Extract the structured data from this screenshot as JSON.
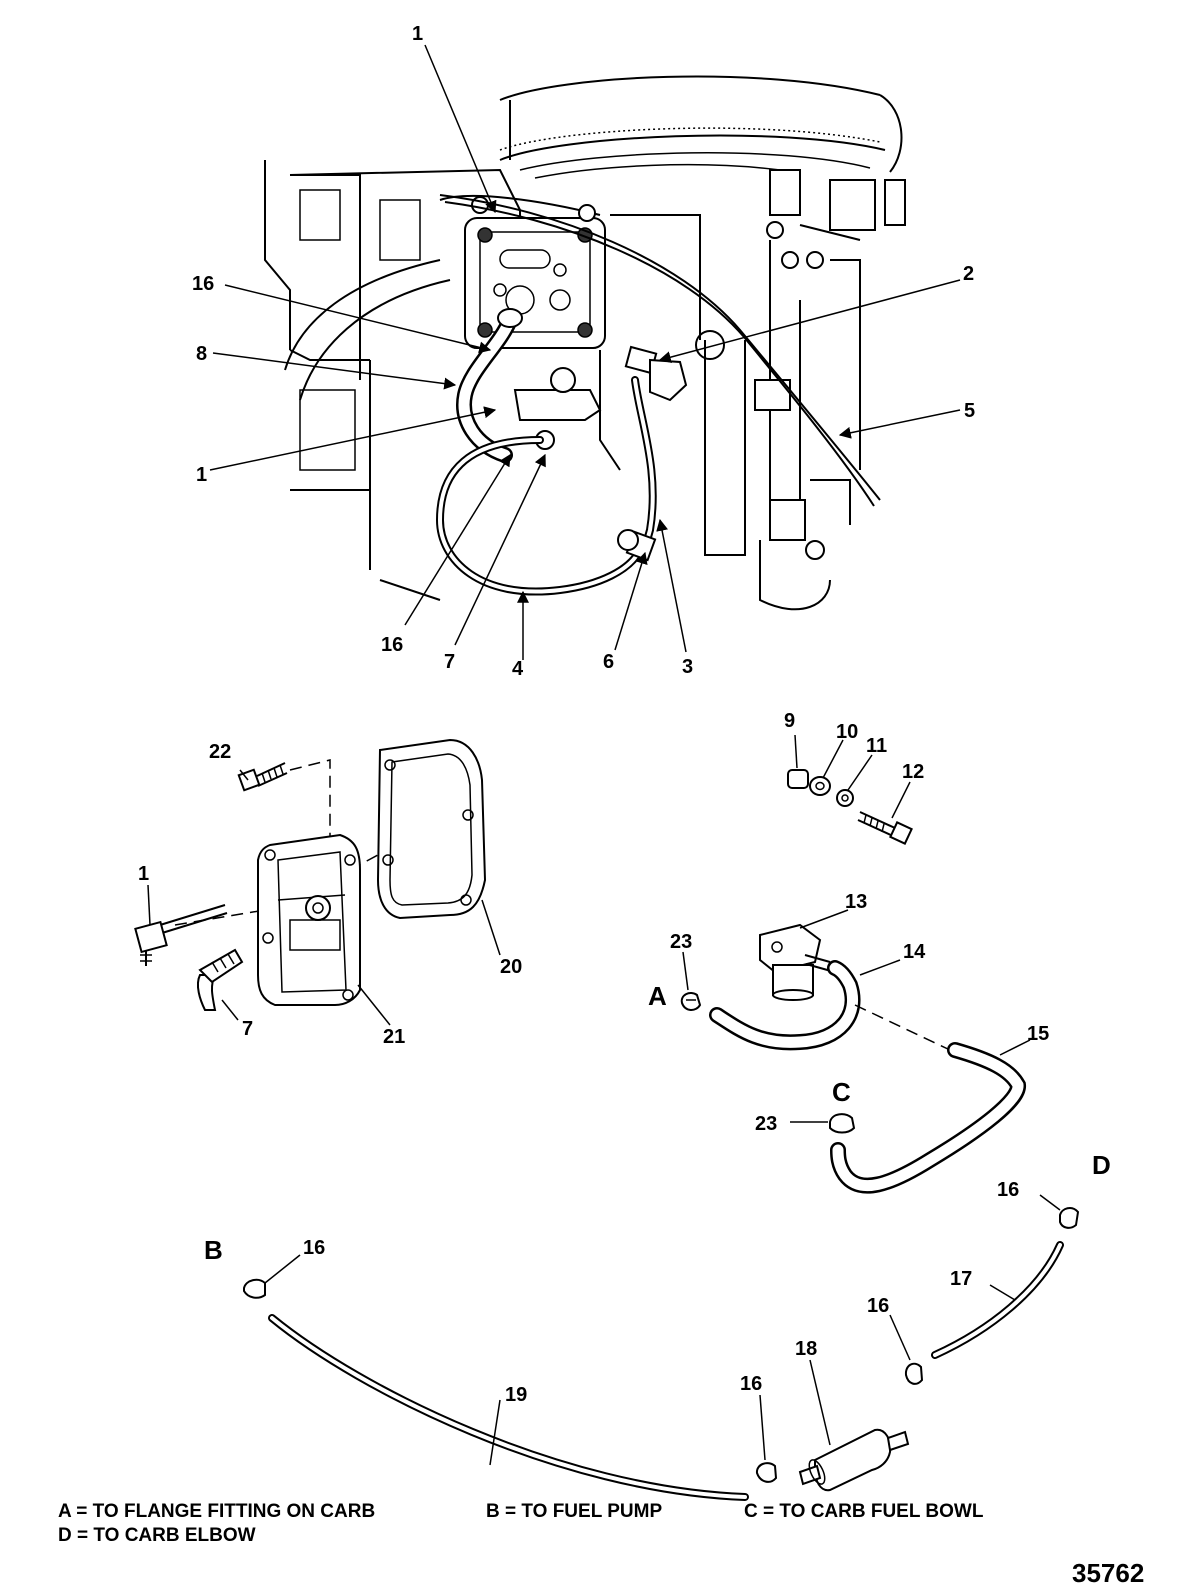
{
  "callouts": {
    "c1_top": "1",
    "c2": "2",
    "c5": "5",
    "c16_left": "16",
    "c8": "8",
    "c1_mid": "1",
    "c16_bottom": "16",
    "c7_top": "7",
    "c4": "4",
    "c6": "6",
    "c3": "3",
    "c22": "22",
    "c1_lower": "1",
    "c7_lower": "7",
    "c21": "21",
    "c20": "20",
    "c9": "9",
    "c10": "10",
    "c11": "11",
    "c12": "12",
    "c13": "13",
    "c14": "14",
    "c23_a": "23",
    "c15": "15",
    "c23_c": "23",
    "c16_d": "16",
    "c17": "17",
    "c16_b": "16",
    "c16_mid": "16",
    "c18": "18",
    "c16_filter": "16",
    "c19": "19"
  },
  "connection_letters": {
    "a": "A",
    "b": "B",
    "c": "C",
    "d": "D"
  },
  "legend": {
    "line1_a": "A = TO FLANGE FITTING ON CARB",
    "line1_b": "B = TO FUEL PUMP",
    "line1_c": "C = TO CARB FUEL BOWL",
    "line2_d": "D = TO CARB ELBOW"
  },
  "figure_number": "35762"
}
